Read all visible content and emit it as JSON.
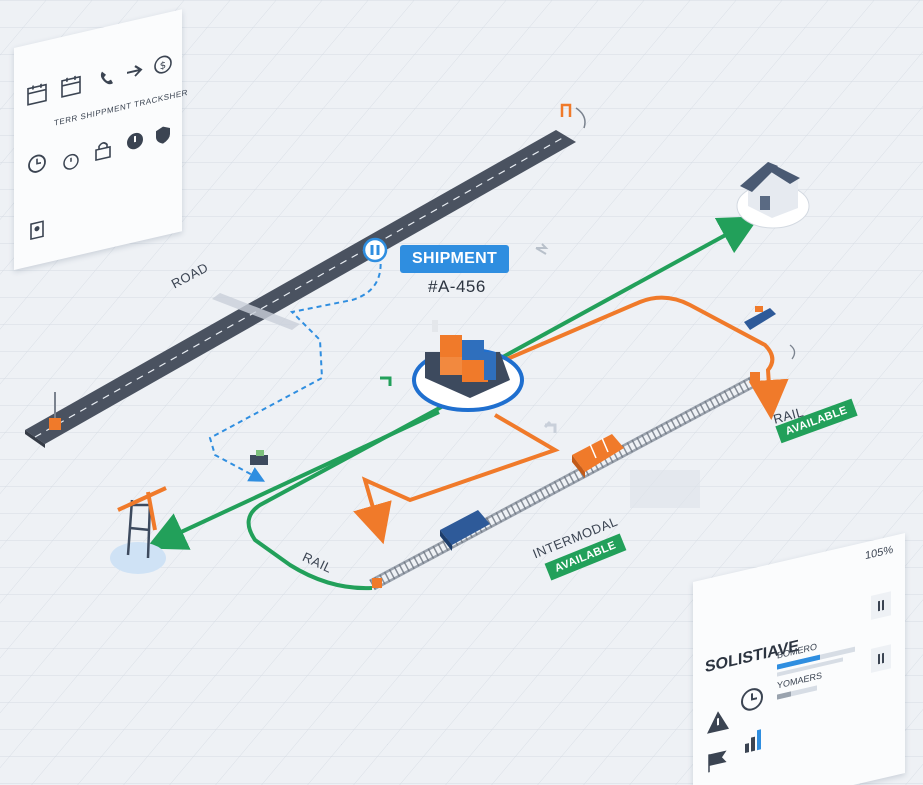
{
  "shipment": {
    "title": "SHIPMENT",
    "id": "#A-456"
  },
  "route_labels": {
    "road": "ROAD",
    "rail_right": "RAIL",
    "rail_left": "RAIL",
    "intermodal": "INTERMODAL"
  },
  "availability": {
    "rail": "AVAILABLE",
    "intermodal": "AVAILABLE"
  },
  "top_panel": {
    "heading": "TERR SHIPPMENT TRACKSHER",
    "icons": [
      "calendar-icon",
      "calendar-icon",
      "phone-icon",
      "arrow-right-icon",
      "dollar-circle-icon",
      "clock-icon",
      "clock-icon",
      "lock-icon",
      "shield-icon",
      "document-icon",
      "clock-icon",
      "briefcase-icon"
    ]
  },
  "status_panel": {
    "percent": "105%",
    "title": "SOLISTIAVE",
    "rows": [
      {
        "label": "BOMERO",
        "progress": 0.55
      },
      {
        "label": "YOMAERS",
        "progress": 0.35
      }
    ]
  },
  "colors": {
    "green": "#22a05a",
    "orange": "#f07a2a",
    "blue": "#2f8ee0",
    "road": "#4a5260"
  }
}
